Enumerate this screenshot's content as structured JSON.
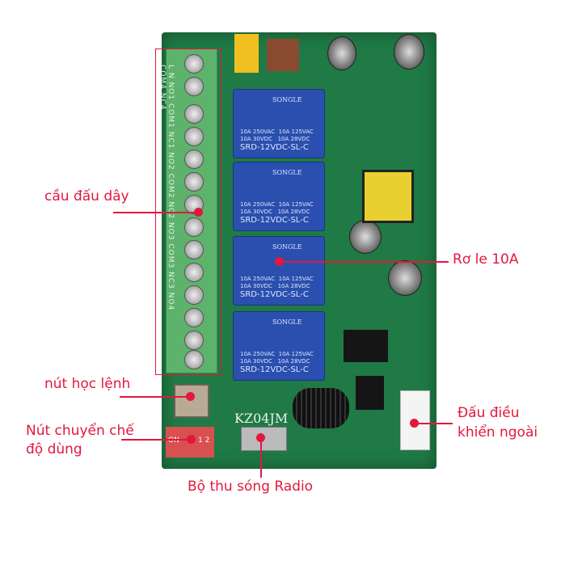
{
  "annotations": {
    "terminals": "cầu đấu dây",
    "relay": "Rơ le 10A",
    "learn_button": "nút học lệnh",
    "mode_switch_line1": "Nút chuyển chế",
    "mode_switch_line2": "độ dùng",
    "radio_receiver": "Bộ thu sóng Radio",
    "external_line1": "Đấu điều",
    "external_line2": "khiển ngoài"
  },
  "board": {
    "terminal_labels": "L N NO1 COM1 NC1 NO2 COM2 NC2 NO3 COM3 NC3 NO4 COM4 NC4",
    "relay_brand": "SONGLE",
    "relay_spec": "10A 250VAC  10A 125VAC\n10A 30VDC   10A 28VDC",
    "relay_model": "SRD-12VDC-SL-C",
    "module_label": "KZ04JM",
    "dip_on": "ON",
    "dip_numbers": "1 2",
    "colors": {
      "annotation": "#e3173e",
      "pcb": "#1f7a45",
      "relay": "#2a4fae"
    }
  }
}
